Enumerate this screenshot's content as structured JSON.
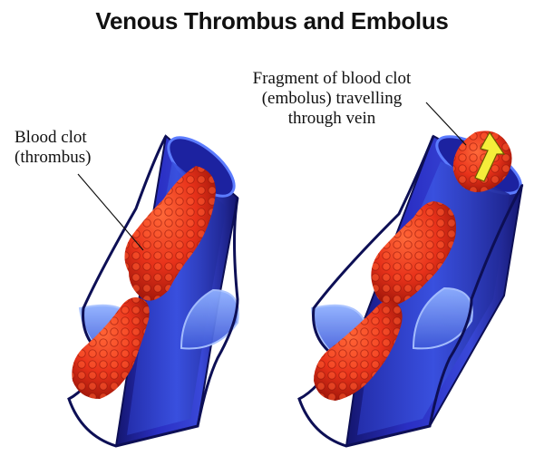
{
  "title": "Venous Thrombus and Embolus",
  "labels": {
    "thrombus": [
      "Blood clot",
      "(thrombus)"
    ],
    "embolus": [
      "Fragment of blood clot",
      "(embolus) travelling",
      "through vein"
    ]
  },
  "colors": {
    "vein_dark": "#14166e",
    "vein_mid": "#2a2fc4",
    "vein_light": "#4a6ef0",
    "clot": "#e8321a",
    "clot_dark": "#9b1408",
    "arrow": "#f5ee3a"
  },
  "icons": {
    "direction_arrow": "arrow-up-icon"
  }
}
